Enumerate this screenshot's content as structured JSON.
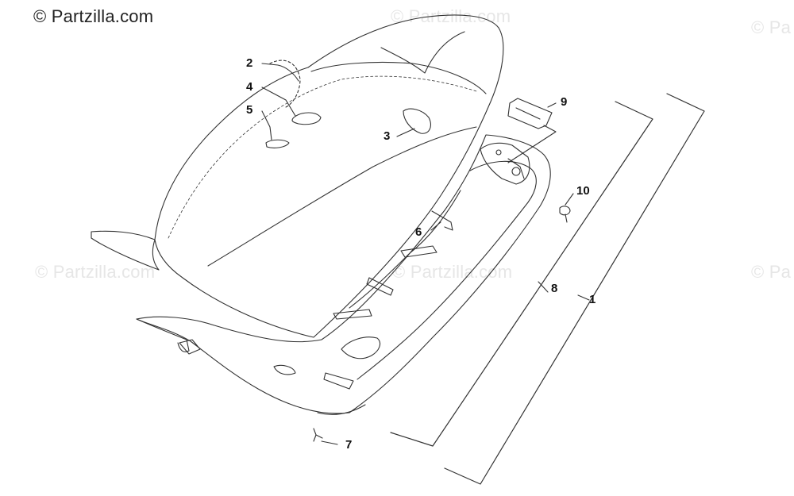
{
  "copyright": "© Partzilla.com",
  "watermarks": [
    "© Partzilla.com",
    "© Partzilla.com",
    "© Partzilla.com",
    "© Pa",
    "© Pa"
  ],
  "callouts": [
    "1",
    "2",
    "3",
    "4",
    "5",
    "6",
    "7",
    "8",
    "9",
    "10"
  ],
  "colors": {
    "line": "#333333",
    "watermark": "#e6e6e6",
    "label": "#111111"
  }
}
